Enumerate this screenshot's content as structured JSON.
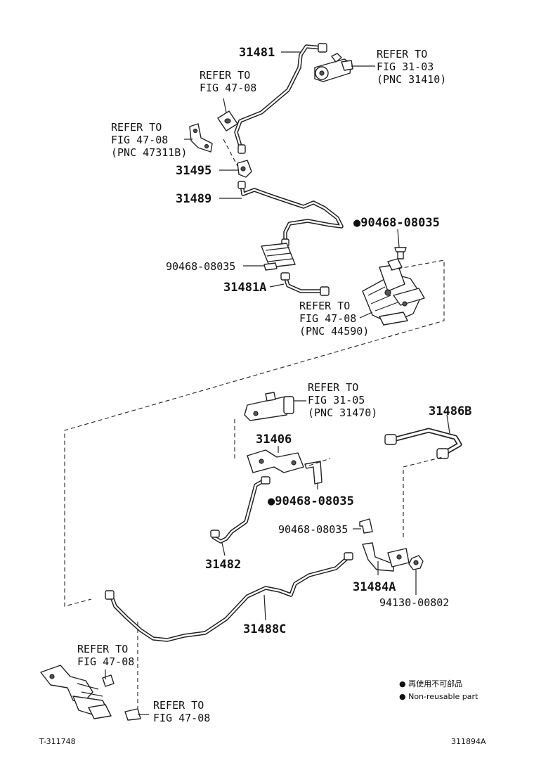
{
  "labels": {
    "p31481": "31481",
    "p31495": "31495",
    "p31489": "31489",
    "p90468_a": "●90468-08035",
    "p90468_b": "90468-08035",
    "p31481A": "31481A",
    "p31406": "31406",
    "p31486B": "31486B",
    "p90468_c": "●90468-08035",
    "p90468_d": "90468-08035",
    "p31482": "31482",
    "p31484A": "31484A",
    "p94130": "94130-00802",
    "p31488C": "31488C"
  },
  "refs": {
    "r1": [
      "REFER TO",
      "FIG 31-03",
      "(PNC 31410)"
    ],
    "r2": [
      "REFER TO",
      "FIG 47-08"
    ],
    "r3": [
      "REFER TO",
      "FIG 47-08",
      "(PNC 47311B)"
    ],
    "r4": [
      "REFER TO",
      "FIG 47-08",
      "(PNC 44590)"
    ],
    "r5": [
      "REFER TO",
      "FIG 31-05",
      "(PNC 31470)"
    ],
    "r6": [
      "REFER TO",
      "FIG 47-08"
    ],
    "r7": [
      "REFER TO",
      "FIG 47-08"
    ]
  },
  "legend": {
    "jp": "● 再使用不可部品",
    "en": "● Non-reusable part"
  },
  "footer": {
    "left": "T-311748",
    "right": "311894A"
  }
}
